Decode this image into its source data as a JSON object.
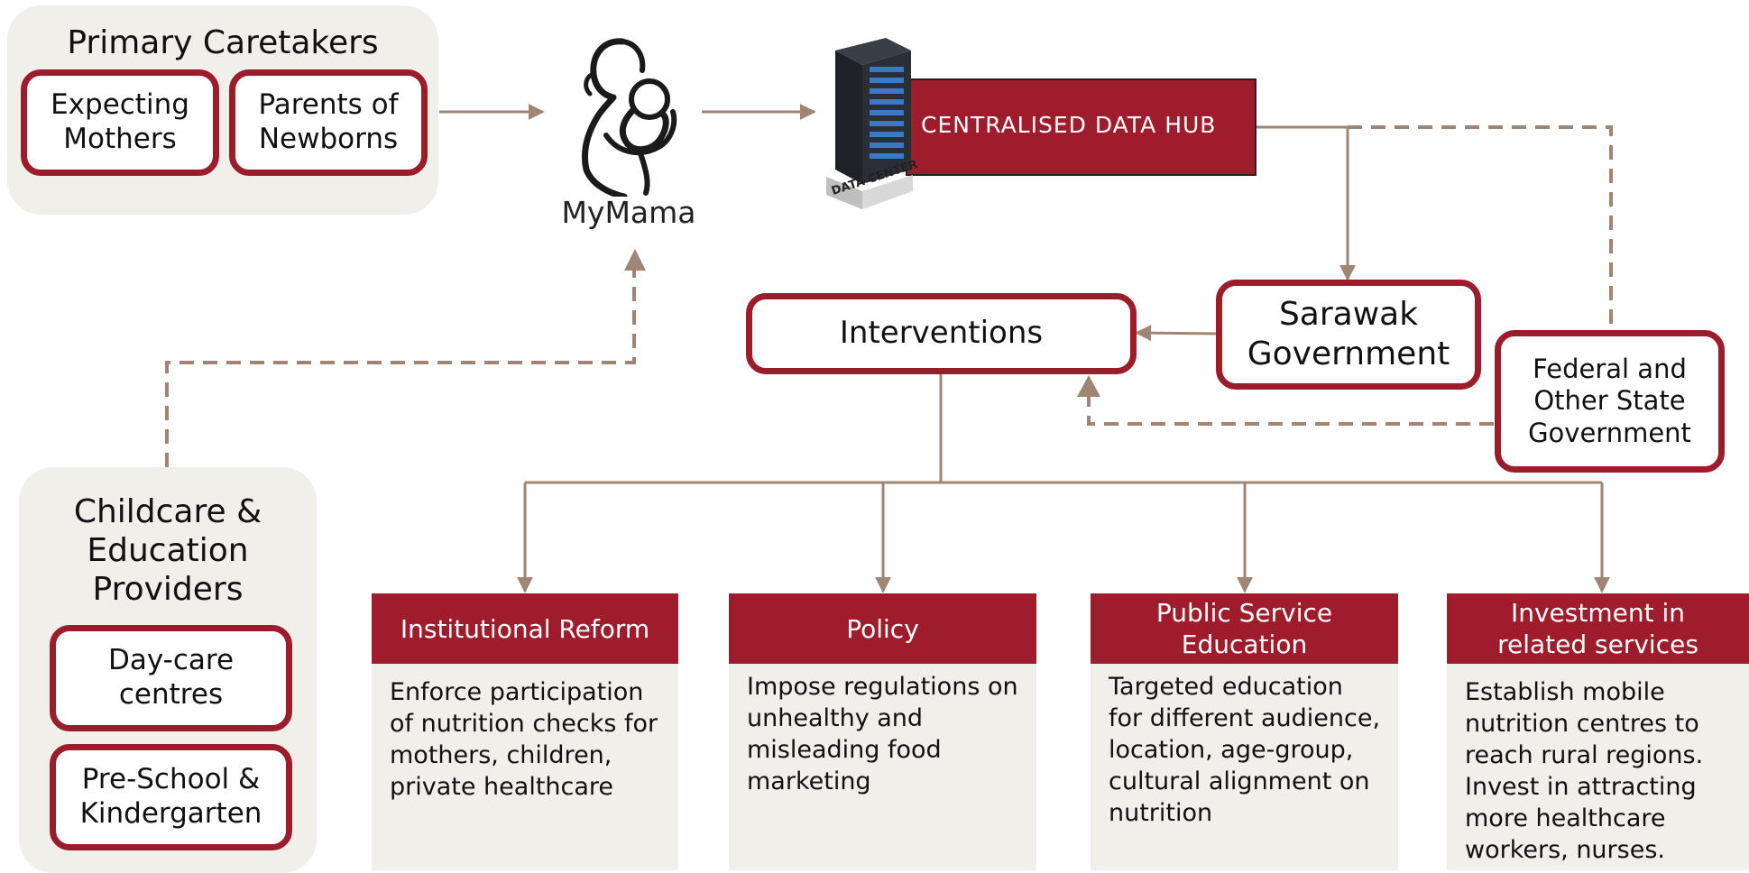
{
  "colors": {
    "accent": "#9e1c2c",
    "connector": "#a08474",
    "panel": "#f1efea"
  },
  "primary_caretakers": {
    "title": "Primary Caretakers",
    "items": [
      "Expecting Mothers",
      "Parents of Newborns"
    ]
  },
  "mymama": {
    "label": "MyMama",
    "icon": "mother-and-baby-icon"
  },
  "data_hub": {
    "label": "CENTRALISED DATA HUB",
    "icon": "data-center-server-icon",
    "server_label": "DATA CENTER"
  },
  "interventions": {
    "label": "Interventions"
  },
  "sarawak": {
    "label": "Sarawak Government"
  },
  "federal": {
    "label": "Federal and Other State Government"
  },
  "childcare": {
    "title": "Childcare & Education Providers",
    "items": [
      "Day-care centres",
      "Pre-School & Kindergarten"
    ]
  },
  "columns": [
    {
      "title": "Institutional Reform",
      "body": "Enforce participation of nutrition checks for mothers, children, private healthcare"
    },
    {
      "title": "Policy",
      "body": "Impose regulations on unhealthy and misleading food marketing"
    },
    {
      "title": "Public Service Education",
      "body": "Targeted education for different audience, location, age-group, cultural alignment on nutrition"
    },
    {
      "title": "Investment in related services",
      "body": "Establish mobile nutrition centres to reach rural regions. Invest in attracting more healthcare workers, nurses."
    }
  ]
}
